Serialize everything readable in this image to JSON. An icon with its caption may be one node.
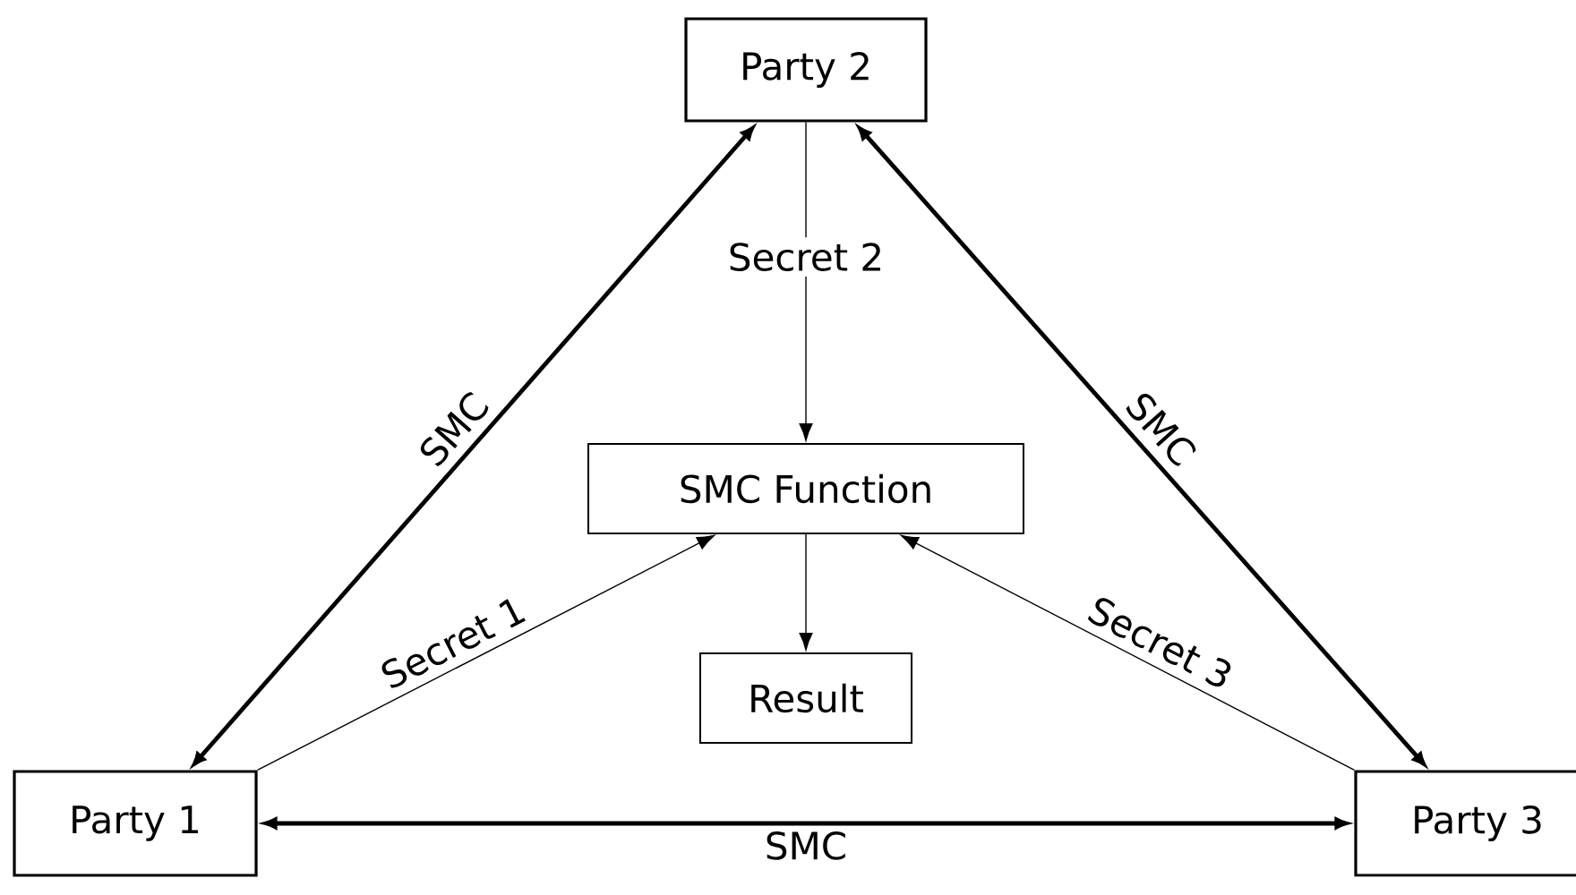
{
  "diagram": {
    "nodes": [
      {
        "text": [
          "Party 2"
        ]
      },
      {
        "text": [
          "SMC Function"
        ]
      },
      {
        "text": [
          "Result"
        ]
      },
      {
        "text": [
          "Party 1"
        ]
      },
      {
        "text": [
          "Party 3"
        ]
      }
    ],
    "edges": [
      {
        "from": 3,
        "to": 0,
        "arrow": "both",
        "label": "SMC",
        "style": "thick"
      },
      {
        "from": 0,
        "to": 4,
        "arrow": "both",
        "label": "SMC",
        "style": "thick"
      },
      {
        "from": 3,
        "to": 4,
        "arrow": "both",
        "label": "SMC",
        "style": "thick"
      },
      {
        "from": 0,
        "to": 1,
        "arrow": "to",
        "label": "Secret 2"
      },
      {
        "from": 3,
        "to": 1,
        "arrow": "to",
        "label": "Secret 1"
      },
      {
        "from": 4,
        "to": 1,
        "arrow": "to",
        "label": "Secret 3"
      },
      {
        "from": 1,
        "to": 2,
        "arrow": "to"
      }
    ]
  }
}
